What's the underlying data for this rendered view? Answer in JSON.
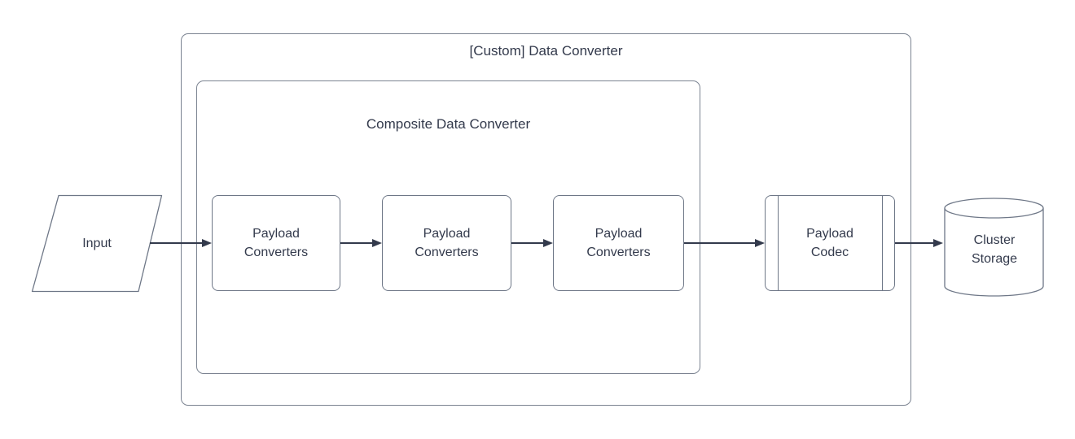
{
  "diagram": {
    "type": "flowchart",
    "containers": {
      "custom": {
        "label": "[Custom] Data Converter"
      },
      "composite": {
        "label": "Composite Data Converter"
      }
    },
    "nodes": {
      "input": {
        "label": "Input",
        "shape": "parallelogram"
      },
      "converter1": {
        "label": "Payload Converters",
        "shape": "rounded-rectangle"
      },
      "converter2": {
        "label": "Payload Converters",
        "shape": "rounded-rectangle"
      },
      "converter3": {
        "label": "Payload Converters",
        "shape": "rounded-rectangle"
      },
      "codec": {
        "label": "Payload Codec",
        "shape": "process"
      },
      "storage": {
        "label": "Cluster Storage",
        "shape": "cylinder"
      }
    },
    "edges": [
      {
        "from": "input",
        "to": "converter1"
      },
      {
        "from": "converter1",
        "to": "converter2"
      },
      {
        "from": "converter2",
        "to": "converter3"
      },
      {
        "from": "converter3",
        "to": "codec"
      },
      {
        "from": "codec",
        "to": "storage"
      }
    ],
    "colors": {
      "background": "#ffffff",
      "container_stroke": "#7b8391",
      "shape_stroke": "#6e7787",
      "shape_fill": "#ffffff",
      "arrow": "#333a4c",
      "text": "#333a4c"
    }
  }
}
